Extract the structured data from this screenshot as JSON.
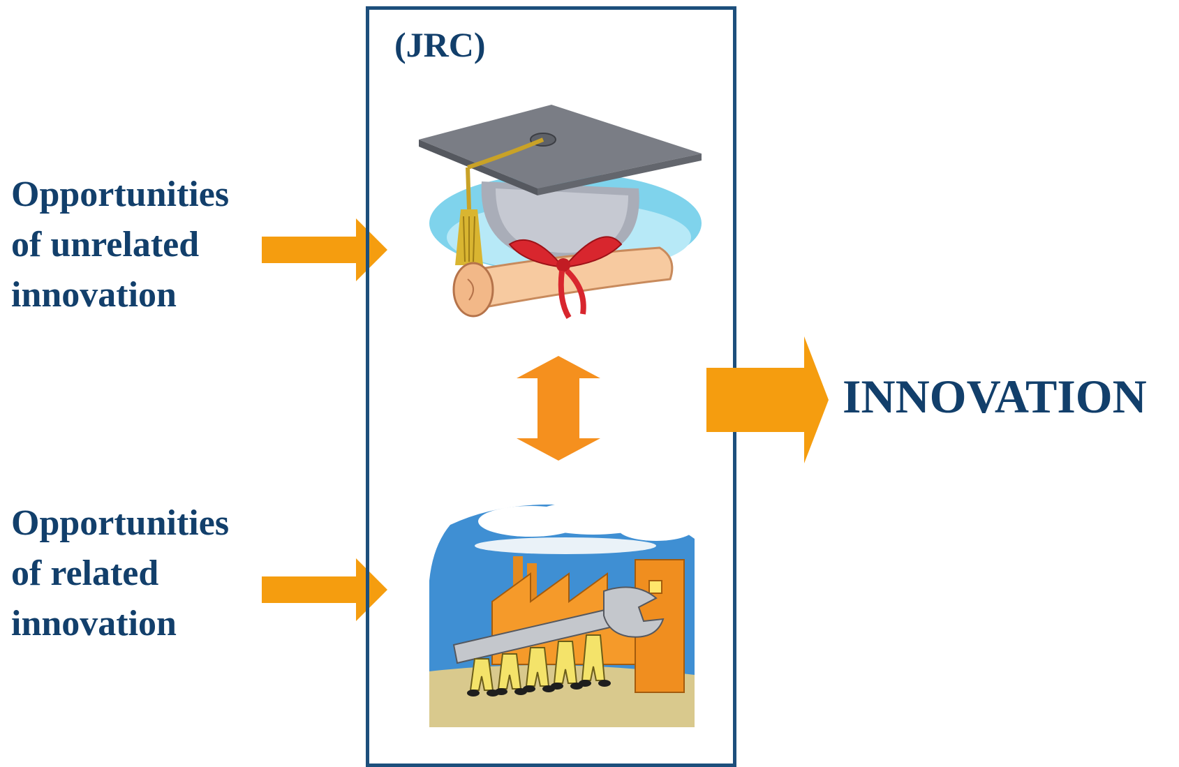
{
  "box": {
    "title": "(JRC)"
  },
  "inputs": [
    {
      "lines": [
        "Opportunities",
        "of unrelated",
        "innovation"
      ]
    },
    {
      "lines": [
        "Opportunities",
        "of related",
        "innovation"
      ]
    }
  ],
  "output": {
    "label": "INNOVATION"
  },
  "illustrations": [
    {
      "icon": "graduation-cap-diploma-icon"
    },
    {
      "icon": "factory-workers-wrench-icon"
    }
  ],
  "colors": {
    "text": "#123f6b",
    "border": "#1d4f7c",
    "arrow": "#f59d0f",
    "arrow_double": "#f5901e"
  }
}
